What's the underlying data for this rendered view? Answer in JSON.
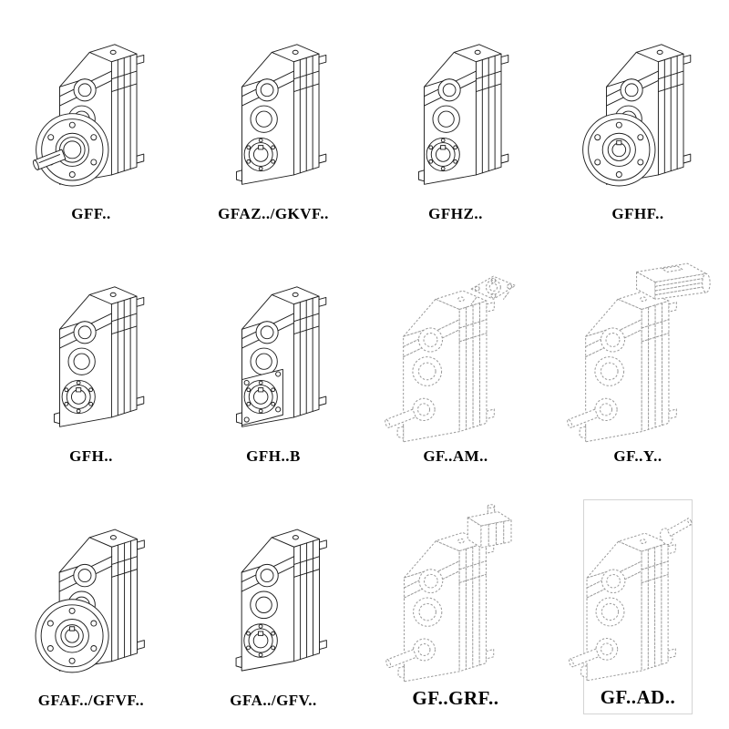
{
  "page": {
    "background": "#ffffff",
    "line_color": "#1f1f1f",
    "ghost_line_color": "#9a9a9a"
  },
  "cells": [
    {
      "label": "GFF..",
      "drawing": "gearbox-flange-solid-shaft-drawing",
      "style": "solid"
    },
    {
      "label": "GFAZ../GKVF..",
      "drawing": "gearbox-hollow-shaft-drawing",
      "style": "solid"
    },
    {
      "label": "GFHZ..",
      "drawing": "gearbox-hollow-shaft-drawing",
      "style": "solid"
    },
    {
      "label": "GFHF..",
      "drawing": "gearbox-flange-hollow-shaft-drawing",
      "style": "solid"
    },
    {
      "label": "GFH..",
      "drawing": "gearbox-hollow-shaft-drawing",
      "style": "solid"
    },
    {
      "label": "GFH..B",
      "drawing": "gearbox-hollow-shaft-backplate-drawing",
      "style": "solid"
    },
    {
      "label": "GF..AM..",
      "drawing": "gearbox-iec-adapter-flange-drawing",
      "style": "ghost"
    },
    {
      "label": "GF..Y..",
      "drawing": "gearbox-with-motor-drawing",
      "style": "ghost"
    },
    {
      "label": "GFAF../GFVF..",
      "drawing": "gearbox-flange-hollow-shaft-drawing",
      "style": "solid"
    },
    {
      "label": "GFA../GFV..",
      "drawing": "gearbox-hollow-shaft-drawing",
      "style": "solid"
    },
    {
      "label": "GF..GRF..",
      "drawing": "gearbox-adapter-box-drawing",
      "style": "ghost"
    },
    {
      "label": "GF..AD..",
      "drawing": "gearbox-input-shaft-adapter-drawing",
      "style": "ghost"
    }
  ]
}
